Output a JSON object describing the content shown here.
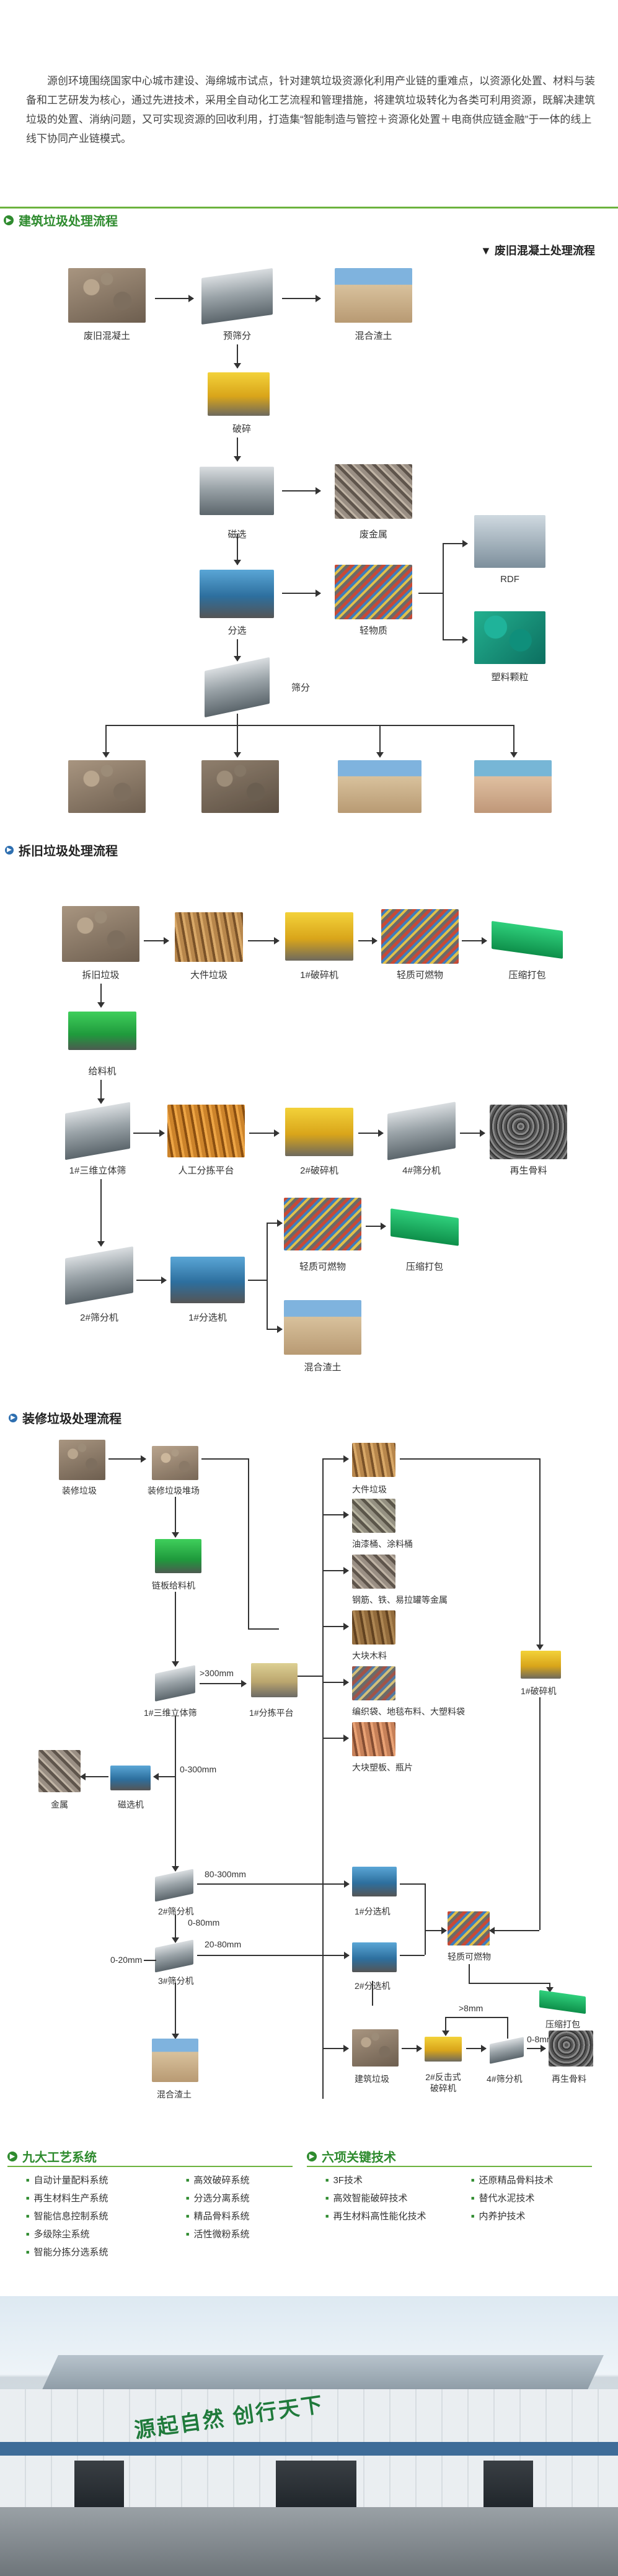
{
  "intro": "源创环境围绕国家中心城市建设、海绵城市试点，针对建筑垃圾资源化利用产业链的重难点，以资源化处置、材料与装备和工艺研发为核心，通过先进技术，采用全自动化工艺流程和管理措施，将建筑垃圾转化为各类可利用资源，既解决建筑垃圾的处置、消纳问题，又可实现资源的回收利用，打造集“智能制造与管控＋资源化处置＋电商供应链金融”于一体的线上线下协同产业链模式。",
  "sec1": {
    "title": "建筑垃圾处理流程",
    "subtitle": "废旧混凝土处理流程",
    "labels": {
      "a1": "废旧混凝土",
      "a2": "预筛分",
      "a3": "混合渣土",
      "a4": "破碎",
      "a5": "磁选",
      "a6": "废金属",
      "a7": "分选",
      "a8": "轻物质",
      "a9": "RDF",
      "a10": "塑料颗粒",
      "a11": "筛分"
    }
  },
  "sec2": {
    "title": "拆旧垃圾处理流程",
    "labels": {
      "b1": "拆旧垃圾",
      "b2": "大件垃圾",
      "b3": "1#破碎机",
      "b4": "轻质可燃物",
      "b5": "压缩打包",
      "b6": "给料机",
      "b7": "1#三维立体筛",
      "b8": "人工分拣平台",
      "b9": "2#破碎机",
      "b10": "4#筛分机",
      "b11": "再生骨料",
      "b12": "2#筛分机",
      "b13": "1#分选机",
      "b14": "轻质可燃物",
      "b15": "压缩打包",
      "b16": "混合渣土"
    }
  },
  "sec3": {
    "title": "装修垃圾处理流程",
    "labels": {
      "c1": "装修垃圾",
      "c2": "装修垃圾堆场",
      "c3": "链板给料机",
      "c4": "1#三维立体筛",
      "c5": "1#分拣平台",
      "c6": "金属",
      "c7": "磁选机",
      "c8": "2#筛分机",
      "c9": "3#筛分机",
      "c10": "混合渣土",
      "c11": "大件垃圾",
      "c12": "油漆桶、涂料桶",
      "c13": "钢筋、铁、易拉罐等金属",
      "c14": "大块木料",
      "c15": "编织袋、地毯布料、大塑料袋",
      "c16": "大块塑板、瓶片",
      "c17": "1#分选机",
      "c18": "2#分选机",
      "c19": "建筑垃圾",
      "c20": "2#反击式破碎机",
      "c21": "4#筛分机",
      "c22": "再生骨料",
      "c23": "轻质可燃物",
      "c24": "压缩打包",
      "c25": "1#破碎机"
    },
    "edges": {
      "e1": ">300mm",
      "e2": "0-300mm",
      "e3": "80-300mm",
      "e4": "0-80mm",
      "e5": "20-80mm",
      "e6": "0-20mm",
      "e7": ">8mm",
      "e8": "0-8mm"
    }
  },
  "processes": {
    "title": "九大工艺系统",
    "col1": [
      "自动计量配料系统",
      "再生材料生产系统",
      "智能信息控制系统",
      "多级除尘系统",
      "智能分拣分选系统"
    ],
    "col2": [
      "高效破碎系统",
      "分选分离系统",
      "精品骨料系统",
      "活性微粉系统"
    ]
  },
  "tech": {
    "title": "六项关键技术",
    "col1": [
      "3F技术",
      "高效智能破碎技术",
      "再生材料高性能化技术"
    ],
    "col2": [
      "还原精品骨料技术",
      "替代水泥技术",
      "内养护技术"
    ]
  },
  "banner": {
    "slogan": "源起自然  创行天下"
  }
}
